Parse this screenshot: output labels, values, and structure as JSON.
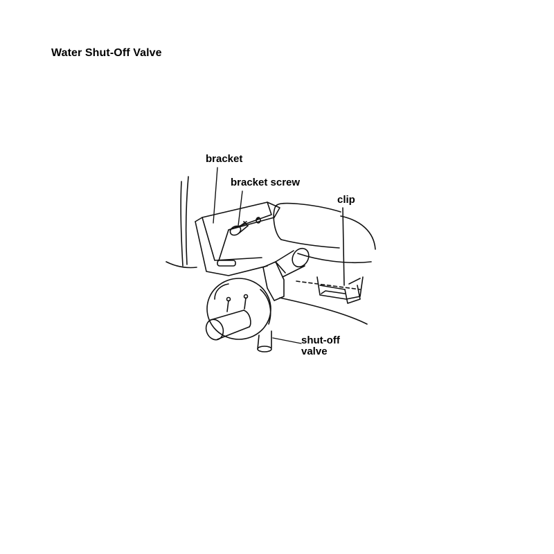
{
  "title": "Water Shut-Off Valve",
  "diagram": {
    "subject": "water shut-off valve assembly",
    "labels": {
      "bracket": "bracket",
      "bracket_screw": "bracket screw",
      "clip": "clip",
      "shutoff_valve_line1": "shut-off",
      "shutoff_valve_line2": "valve"
    }
  }
}
